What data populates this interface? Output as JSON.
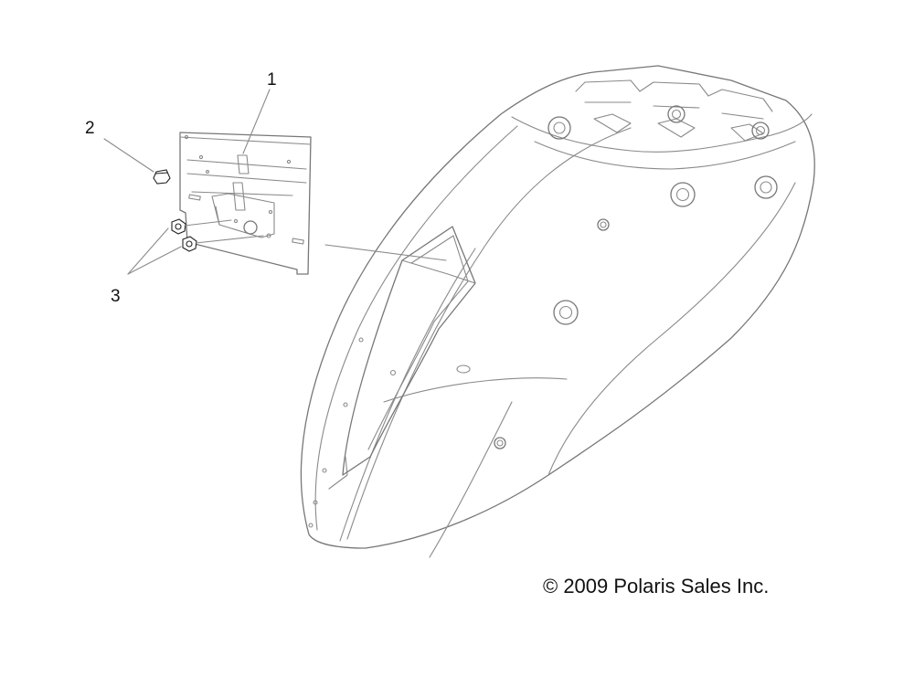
{
  "callouts": {
    "part_1": "1",
    "part_2": "2",
    "part_3": "3"
  },
  "copyright": "© 2009 Polaris Sales Inc."
}
